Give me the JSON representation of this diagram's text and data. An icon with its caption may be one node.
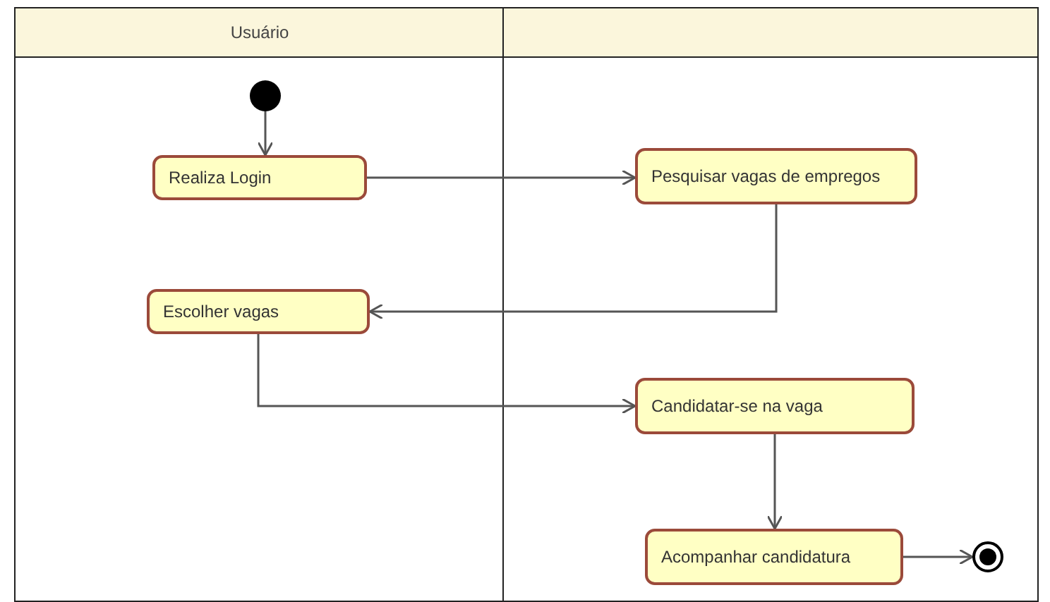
{
  "diagram": {
    "nodes": [
      {
        "text": [
          "Usuário"
        ]
      },
      {
        "text": [],
        "shape": "box"
      },
      {
        "text": [],
        "shape": "circle",
        "in": 0
      },
      {
        "text": [
          "Realiza Login"
        ],
        "in": 0
      },
      {
        "text": [
          "Pesquisar vagas de empregos"
        ],
        "in": 1
      },
      {
        "text": [
          "Escolher vagas"
        ],
        "in": 0
      },
      {
        "text": [
          "Candidatar-se na vaga"
        ],
        "in": 1
      },
      {
        "text": [
          "Acompanhar candidatura"
        ],
        "in": 1
      },
      {
        "text": [],
        "shape": "circle",
        "in": 1
      }
    ],
    "edges": [
      {
        "from": 2,
        "to": 3,
        "arrow": "to"
      },
      {
        "from": 3,
        "to": 4,
        "arrow": "to"
      },
      {
        "from": 4,
        "to": 5,
        "arrow": "to"
      },
      {
        "from": 5,
        "to": 6,
        "arrow": "to"
      },
      {
        "from": 6,
        "to": 7,
        "arrow": "to"
      },
      {
        "from": 7,
        "to": 8,
        "arrow": "to"
      }
    ]
  }
}
